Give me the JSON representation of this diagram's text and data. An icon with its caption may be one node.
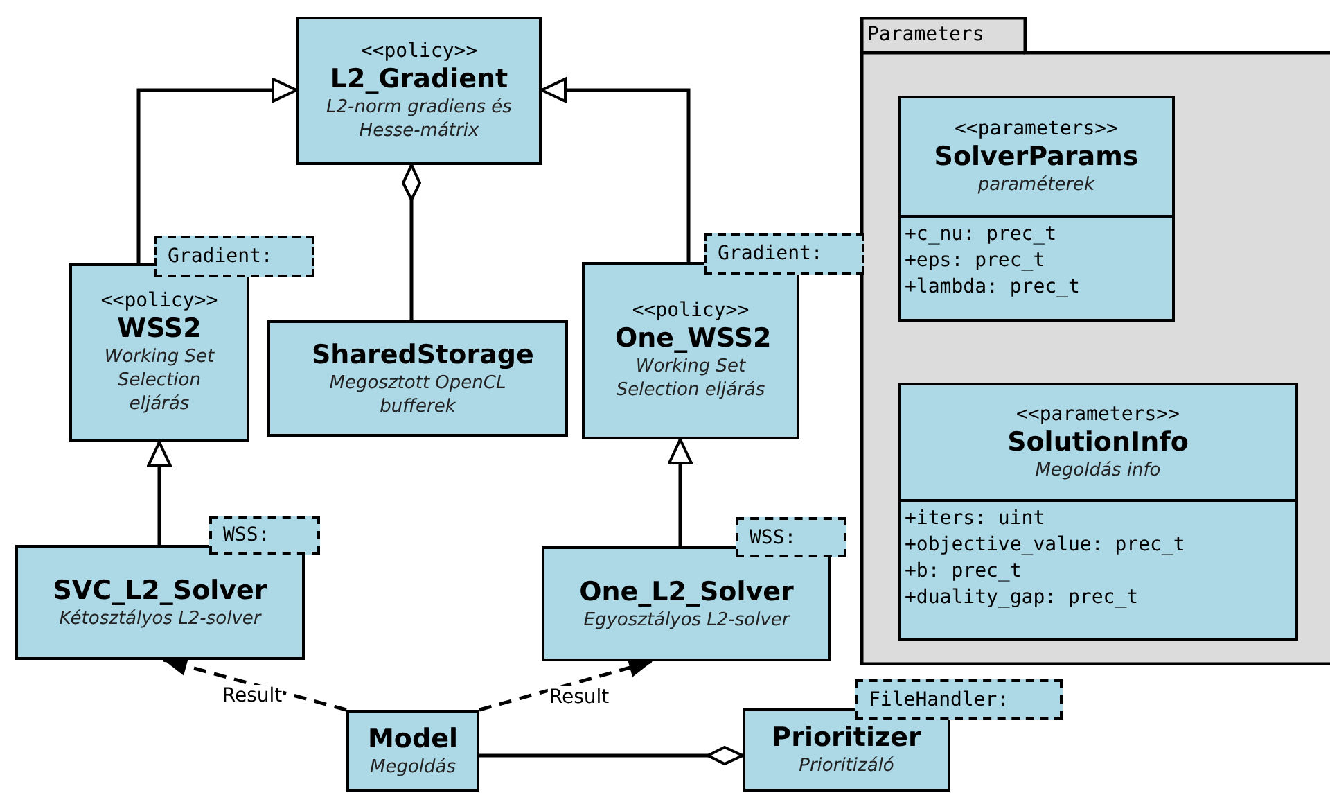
{
  "diagram": {
    "nodes": [
      {
        "text": [
          "<<policy>>",
          "L2_Gradient",
          "L2-norm gradiens és Hesse-mátrix"
        ]
      },
      {
        "text": [
          "<<policy>>",
          "WSS2",
          "Working Set Selection eljárás"
        ]
      },
      {
        "text": [
          "Gradient:"
        ]
      },
      {
        "text": [
          "SharedStorage",
          "Megosztott OpenCL bufferek"
        ]
      },
      {
        "text": [
          "<<policy>>",
          "One_WSS2",
          "Working Set Selection eljárás"
        ]
      },
      {
        "text": [
          "Gradient:"
        ]
      },
      {
        "text": [
          "Parameters"
        ]
      },
      {
        "text": [
          "<<parameters>>",
          "SolverParams",
          "paraméterek",
          "+c_nu: prec_t",
          "+eps: prec_t",
          "+lambda: prec_t"
        ],
        "in": 6
      },
      {
        "text": [
          "<<parameters>>",
          "SolutionInfo",
          "Megoldás info",
          "+iters: uint",
          "+objective_value: prec_t",
          "+b: prec_t",
          "+duality_gap: prec_t"
        ],
        "in": 6
      },
      {
        "text": [
          "SVC_L2_Solver",
          "Kétosztályos L2-solver"
        ]
      },
      {
        "text": [
          "WSS:"
        ]
      },
      {
        "text": [
          "One_L2_Solver",
          "Egyosztályos L2-solver"
        ]
      },
      {
        "text": [
          "WSS:"
        ]
      },
      {
        "text": [
          "Model",
          "Megoldás"
        ]
      },
      {
        "text": [
          "Prioritizer",
          "Prioritizáló"
        ]
      },
      {
        "text": [
          "FileHandler:"
        ]
      }
    ],
    "edges": [
      {
        "from": 1,
        "to": 0,
        "arrow": "to"
      },
      {
        "from": 4,
        "to": 0,
        "arrow": "to"
      },
      {
        "from": 3,
        "to": 0,
        "arrow": "other"
      },
      {
        "from": 9,
        "to": 1,
        "arrow": "to"
      },
      {
        "from": 11,
        "to": 4,
        "arrow": "to"
      },
      {
        "from": 13,
        "to": 9,
        "arrow": "to",
        "label": "Result",
        "style": "dashed"
      },
      {
        "from": 13,
        "to": 11,
        "arrow": "to",
        "label": "Result",
        "style": "dashed"
      },
      {
        "from": 13,
        "to": 14,
        "arrow": "other"
      }
    ]
  }
}
